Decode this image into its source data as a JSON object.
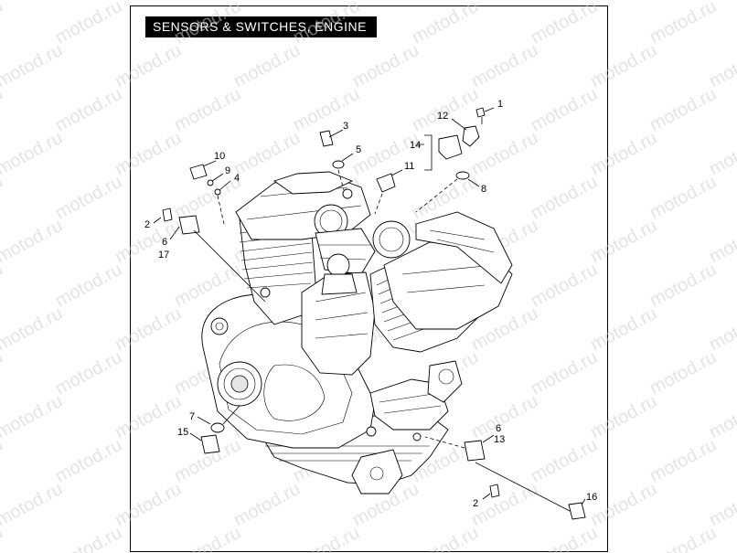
{
  "title": "SENSORS & SWITCHES, ENGINE",
  "watermark_text": "motod.ru",
  "callouts": {
    "c1": "1",
    "c12": "12",
    "c3": "3",
    "c14": "14",
    "c5": "5",
    "c10": "10",
    "c11": "11",
    "c9": "9",
    "c4": "4",
    "c8": "8",
    "c2a": "2",
    "c6a": "6",
    "c17": "17",
    "c7": "7",
    "c15": "15",
    "c6b": "6",
    "c13": "13",
    "c2b": "2",
    "c16": "16"
  },
  "colors": {
    "title_bg": "#000000",
    "title_fg": "#ffffff",
    "line": "#000000",
    "watermark": "#cfcfcf"
  }
}
